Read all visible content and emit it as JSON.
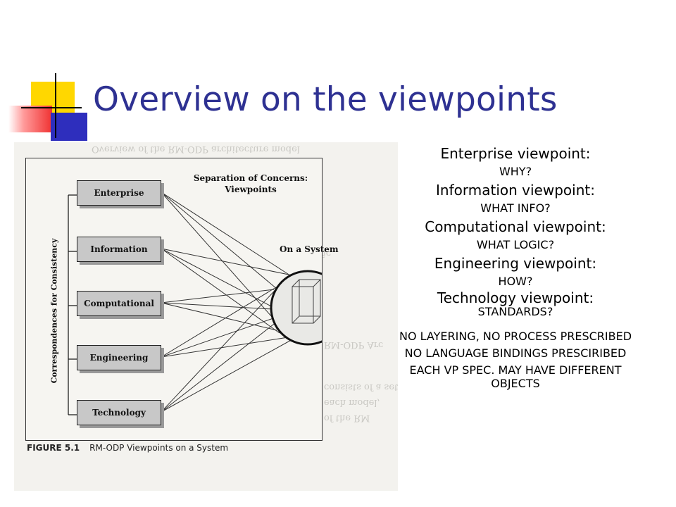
{
  "title": "Overview on the viewpoints",
  "decor": {
    "yellow": "#ffd700",
    "blue": "#2e2ebd",
    "red": "#f03232",
    "title_color": "#2e3192"
  },
  "figure": {
    "separation_label_1": "Separation of Concerns:",
    "separation_label_2": "Viewpoints",
    "system_label": "On a System",
    "consistency_label": "Correspondences for Consistency",
    "boxes": [
      "Enterprise",
      "Information",
      "Computational",
      "Engineering",
      "Technology"
    ],
    "caption_number": "FIGURE 5.1",
    "caption_text": "RM-ODP Viewpoints on a System"
  },
  "viewpoints": [
    {
      "name": "Enterprise viewpoint:",
      "question": "WHY?"
    },
    {
      "name": "Information viewpoint:",
      "question": "WHAT INFO?"
    },
    {
      "name": "Computational viewpoint:",
      "question": "WHAT LOGIC?"
    },
    {
      "name": "Engineering viewpoint:",
      "question": "HOW?"
    },
    {
      "name": "Technology viewpoint:",
      "question": "STANDARDS?"
    }
  ],
  "notes": [
    "NO LAYERING, NO PROCESS PRESCRIBED",
    "NO LANGUAGE BINDINGS PRESCIRIBED",
    "EACH VP SPEC. MAY HAVE DIFFERENT",
    "OBJECTS"
  ]
}
